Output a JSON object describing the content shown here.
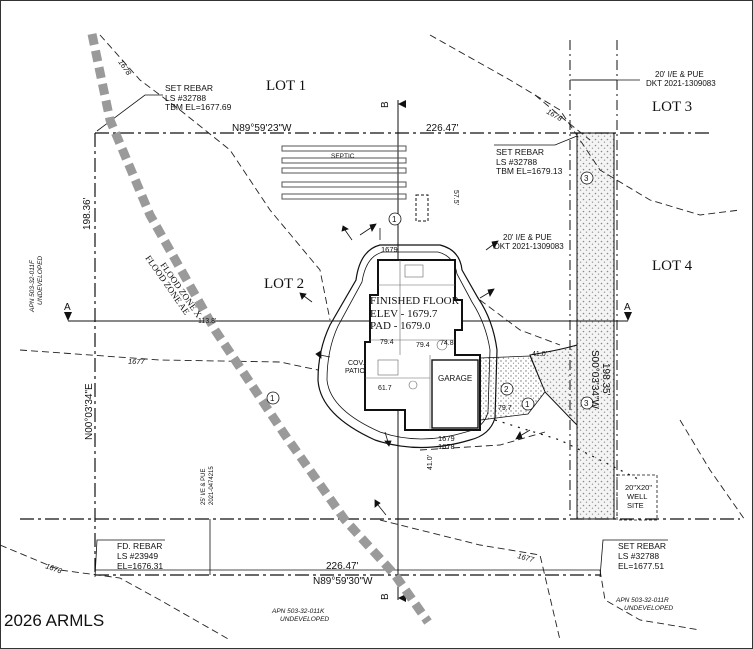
{
  "lots": {
    "lot1": "LOT 1",
    "lot2": "LOT 2",
    "lot3": "LOT 3",
    "lot4": "LOT 4"
  },
  "bearings": {
    "north": "N89°59'23\"W",
    "north_distance": "226.47'",
    "south": "N89°59'30\"W",
    "south_distance": "226.47'",
    "west": "N00°03'34\"E",
    "west_distance": "198.36'",
    "east": "S00°03'34\"W",
    "east_distance": "198.35'"
  },
  "monuments": {
    "nw": {
      "line1": "SET REBAR",
      "line2": "LS #32788",
      "line3": "TBM EL=1677.69"
    },
    "ne": {
      "line1": "SET REBAR",
      "line2": "LS #32788",
      "line3": "TBM EL=1679.13"
    },
    "sw": {
      "line1": "FD. REBAR",
      "line2": "LS #23949",
      "line3": "EL=1676.31"
    },
    "se": {
      "line1": "SET REBAR",
      "line2": "LS #32788",
      "line3": "EL=1677.51"
    }
  },
  "easements": {
    "top": {
      "line1": "20' I/E & PUE",
      "line2": "DKT 2021-1309083"
    },
    "mid": {
      "line1": "20' I/E & PUE",
      "line2": "DKT 2021-1309083"
    },
    "west_vertical": {
      "line1": "25' I/E & PUE",
      "line2": "2021-0474215"
    },
    "well_line1": "20\"X20\"",
    "well_line2": "WELL",
    "well_line3": "SITE"
  },
  "septic_label": "SEPTIC",
  "flood": {
    "zone_x": "FLOOD ZONE X",
    "zone_ae": "FLOOD ZONE AE"
  },
  "house": {
    "finished_floor": "FINISHED FLOOR",
    "elev": "ELEV - 1679.7",
    "pad": "PAD - 1679.0",
    "garage": "GARAGE",
    "patio_line1": "COV.",
    "patio_line2": "PATIO"
  },
  "contours": {
    "c1676": "1676",
    "c1677a": "1677",
    "c1677b": "1677",
    "c1678a": "1678",
    "c1678b": "1678",
    "c1678c": "1678",
    "c1679a": "1679",
    "c1679b": "1679"
  },
  "dimensions": {
    "d_113": "113.8'",
    "d_57": "57.5'",
    "d_79a": "79.4",
    "d_79b": "79.4",
    "d_74": "74.8'",
    "d_41a": "41.0'",
    "d_41b": "41.0'",
    "d_61": "61.7",
    "d_79c": "79.7"
  },
  "callouts": {
    "c1a": "1",
    "c1b": "1",
    "c1c": "1",
    "c2": "2",
    "c3a": "3",
    "c3b": "3"
  },
  "section_markers": {
    "a_left": "A",
    "a_right": "A",
    "b_top": "B",
    "b_bottom": "B"
  },
  "apns": {
    "west": {
      "line1": "APN 503-32-011F",
      "line2": "UNDEVELOPED"
    },
    "south": {
      "line1": "APN 503-32-011K",
      "line2": "UNDEVELOPED"
    },
    "southeast": {
      "line1": "APN 503-32-011R",
      "line2": "UNDEVELOPED"
    }
  },
  "copyright": "2026 ARMLS",
  "colors": {
    "ink": "#111111",
    "flood_dash": "#9a9a9a",
    "stipple": "#cfcfcf",
    "paper": "#ffffff"
  }
}
